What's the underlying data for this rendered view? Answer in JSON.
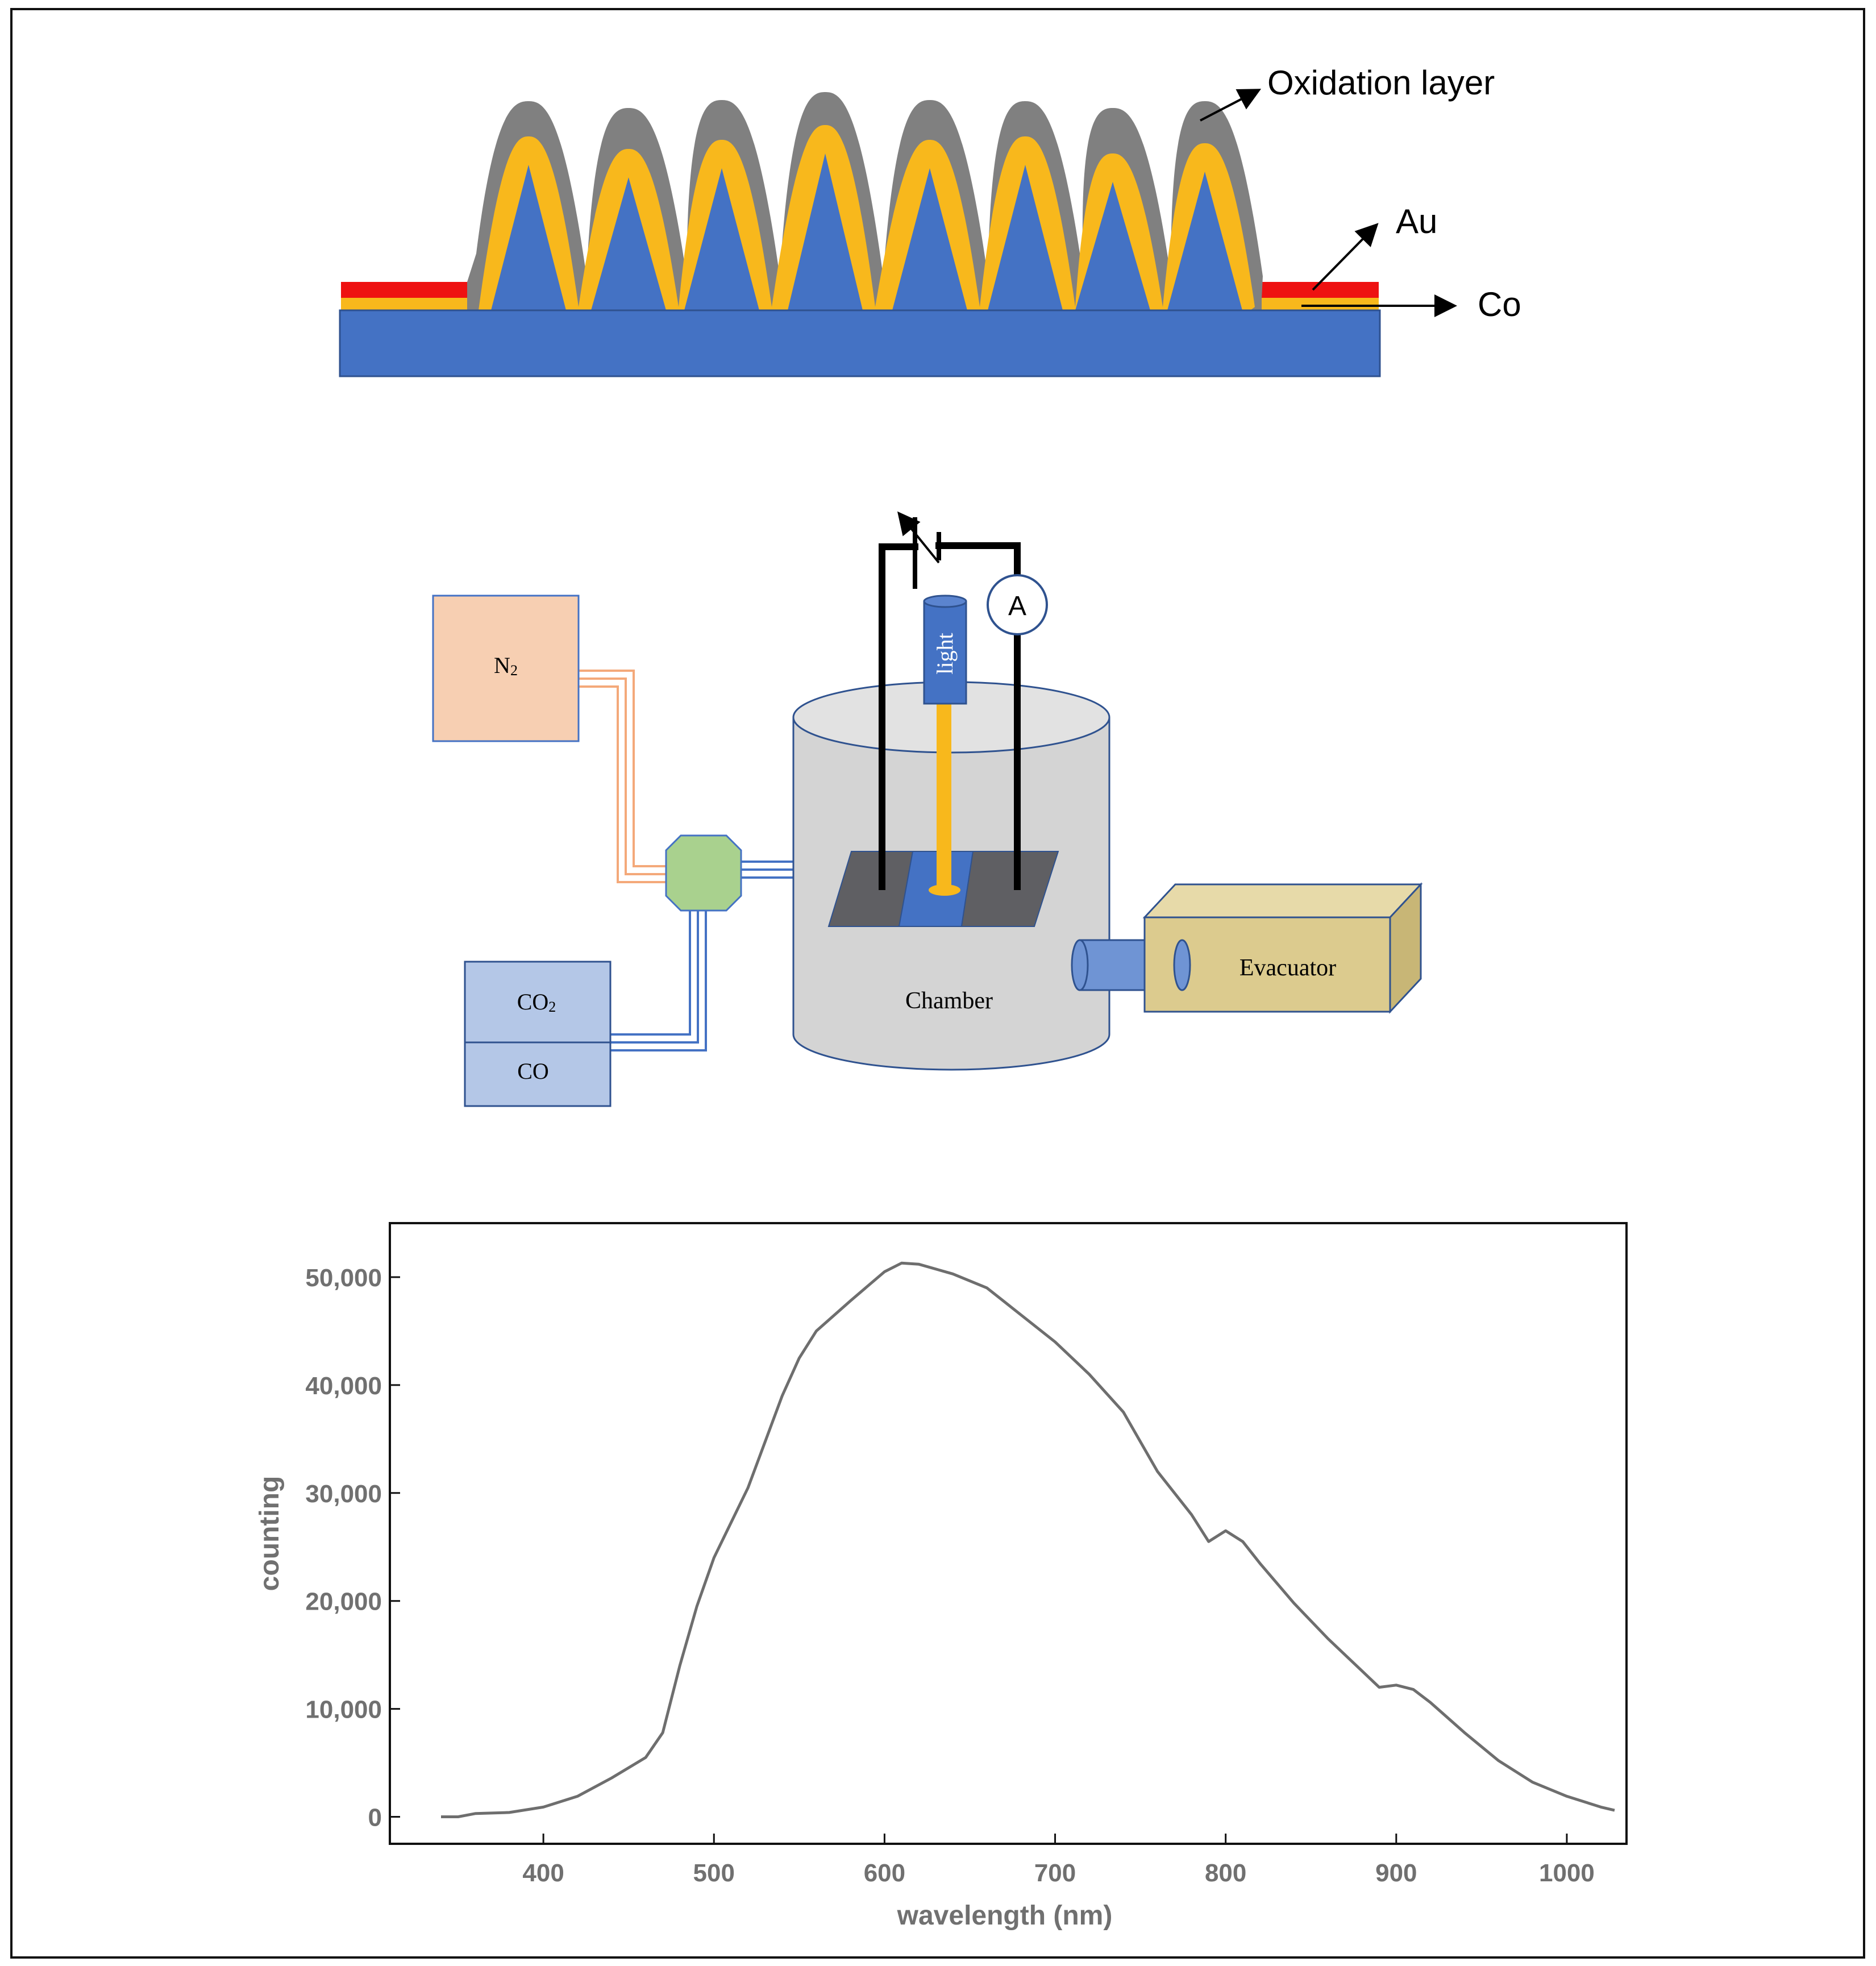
{
  "colors": {
    "substrate": "#4472c4",
    "gold": "#f8b81c",
    "cobalt_layer": "#ee1111",
    "oxidation": "#808080",
    "n2_box": "#f7cfb2",
    "gas_box": "#b4c7e7",
    "valve": "#a9d18e",
    "chamber": "#d4d4d4",
    "evacuator": "#dccb8e",
    "electrode": "#5f5f63",
    "curve": "#6e6e6e",
    "axis_text": "#707070"
  },
  "layer_diagram": {
    "oxidation_label": "Oxidation layer",
    "au_label": "Au",
    "co_label": "Co"
  },
  "setup_diagram": {
    "n2_label": "N",
    "n2_sub": "2",
    "co2_label": "CO",
    "co2_sub": "2",
    "co_label": "CO",
    "light_label": "light",
    "ammeter_label": "A",
    "chamber_label": "Chamber",
    "evacuator_label": "Evacuator"
  },
  "chart_data": {
    "type": "line",
    "xlabel": "wavelength  (nm)",
    "ylabel": "counting",
    "xlim": [
      310,
      1035
    ],
    "ylim": [
      -2500,
      55000
    ],
    "xticks": [
      400,
      500,
      600,
      700,
      800,
      900,
      1000
    ],
    "xtick_labels": [
      "400",
      "500",
      "600",
      "700",
      "800",
      "900",
      "1000"
    ],
    "yticks": [
      0,
      10000,
      20000,
      30000,
      40000,
      50000
    ],
    "ytick_labels": [
      "0",
      "10,000",
      "20,000",
      "30,000",
      "40,000",
      "50,000"
    ],
    "grid": false,
    "series": [
      {
        "x": [
          340,
          350,
          360,
          380,
          400,
          420,
          440,
          460,
          470,
          480,
          490,
          500,
          520,
          540,
          550,
          560,
          580,
          600,
          610,
          620,
          640,
          660,
          680,
          700,
          720,
          740,
          760,
          780,
          790,
          800,
          810,
          820,
          840,
          860,
          880,
          890,
          900,
          910,
          920,
          940,
          960,
          980,
          1000,
          1020,
          1028
        ],
        "y": [
          0,
          0,
          300,
          400,
          900,
          1900,
          3600,
          5500,
          7800,
          14000,
          19500,
          24000,
          30500,
          39000,
          42500,
          45000,
          47800,
          50500,
          51300,
          51200,
          50300,
          49000,
          46500,
          44000,
          41000,
          37500,
          32000,
          28000,
          25500,
          26500,
          25500,
          23500,
          19800,
          16500,
          13500,
          12000,
          12200,
          11800,
          10600,
          7800,
          5200,
          3200,
          1900,
          900,
          600
        ]
      }
    ]
  }
}
